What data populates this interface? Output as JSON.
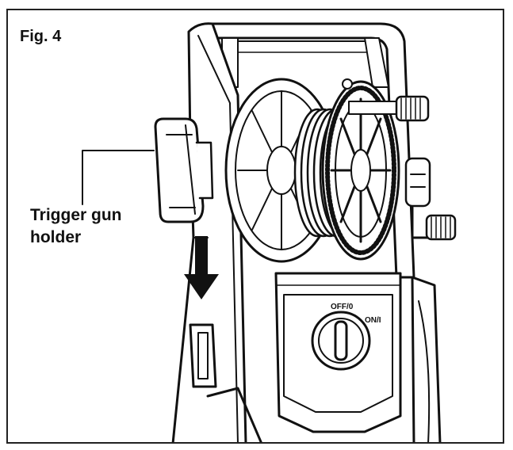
{
  "figure": {
    "label": "Fig. 4"
  },
  "callout": {
    "line1": "Trigger gun",
    "line2": "holder"
  },
  "switch": {
    "off_label": "OFF/0",
    "on_label": "ON/I"
  },
  "colors": {
    "ink": "#111111",
    "paper": "#ffffff",
    "frame": "#222222"
  }
}
